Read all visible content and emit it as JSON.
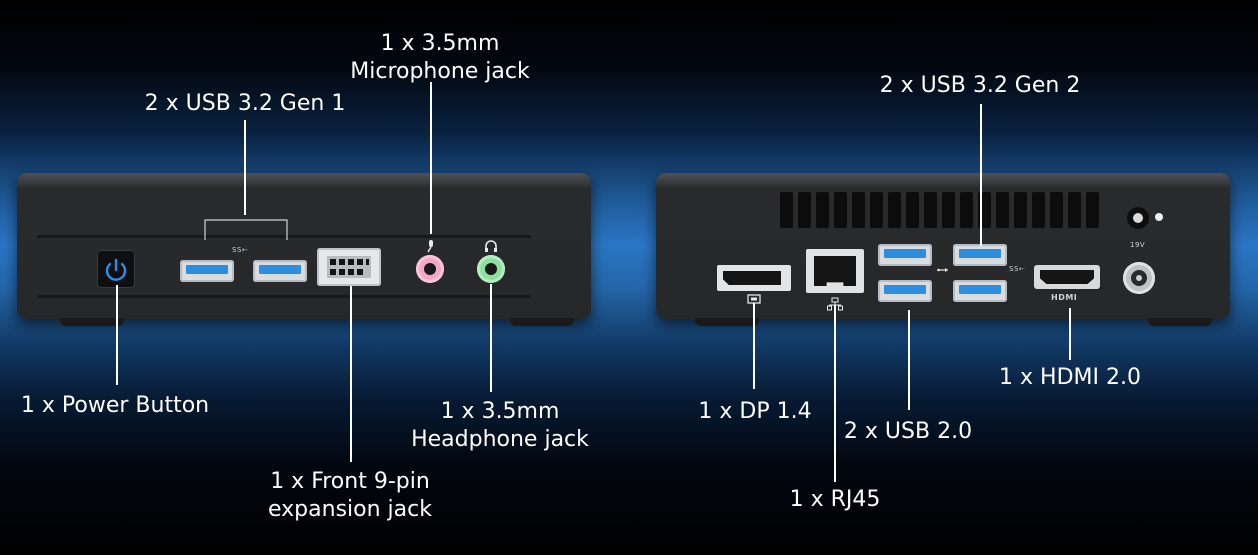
{
  "front_labels": {
    "usb32_gen1": "2 x USB 3.2 Gen 1",
    "mic_line1": "1 x 3.5mm",
    "mic_line2": "Microphone jack",
    "power": "1 x Power Button",
    "headphone_line1": "1 x 3.5mm",
    "headphone_line2": "Headphone jack",
    "expansion_line1": "1 x Front 9-pin",
    "expansion_line2": "expansion jack"
  },
  "rear_labels": {
    "usb32_gen2": "2 x USB 3.2 Gen 2",
    "hdmi": "1 x HDMI 2.0",
    "dp": "1 x DP 1.4",
    "usb20": "2 x USB 2.0",
    "rj45": "1 x RJ45"
  },
  "port_marks": {
    "ss_front": "SS⇠",
    "ss_rear": "SS⇠",
    "hdmi_logo": "HDMI",
    "power_rating": "19V"
  },
  "colors": {
    "power_led": "#2f8fe6",
    "usb_blue": "#2d8ee0",
    "mic_pink": "#f4a7c4",
    "headphone_green": "#8fe0a0"
  },
  "icons": [
    "power-icon",
    "microphone-icon",
    "headphone-icon",
    "displayport-icon",
    "network-icon",
    "hdmi-icon",
    "usb-icon"
  ]
}
